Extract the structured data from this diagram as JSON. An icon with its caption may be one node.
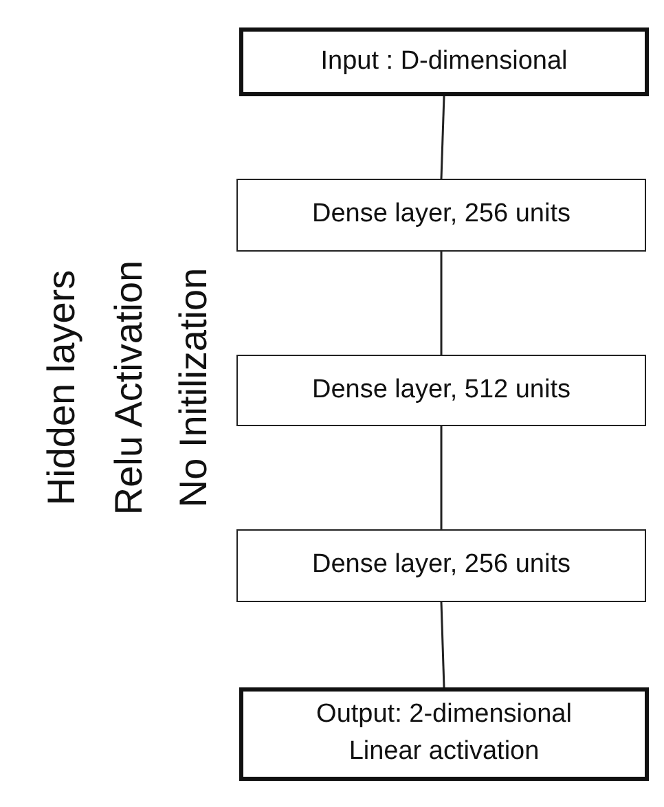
{
  "diagram": {
    "nodes": [
      {
        "text": [
          "Input : D-dimensional"
        ]
      },
      {
        "text": [
          "Dense layer, 256 units"
        ]
      },
      {
        "text": [
          "Dense layer, 512 units"
        ]
      },
      {
        "text": [
          "Dense layer, 256 units"
        ]
      },
      {
        "text": [
          "Output: 2-dimensional",
          "Linear activation"
        ]
      }
    ],
    "edges": [
      {
        "from": 0,
        "to": 1,
        "arrow": "none"
      },
      {
        "from": 1,
        "to": 2,
        "arrow": "none"
      },
      {
        "from": 2,
        "to": 3,
        "arrow": "none"
      },
      {
        "from": 3,
        "to": 4,
        "arrow": "none"
      }
    ],
    "labels": [
      "Hidden layers",
      "Relu Activation",
      "No Initilization"
    ]
  }
}
